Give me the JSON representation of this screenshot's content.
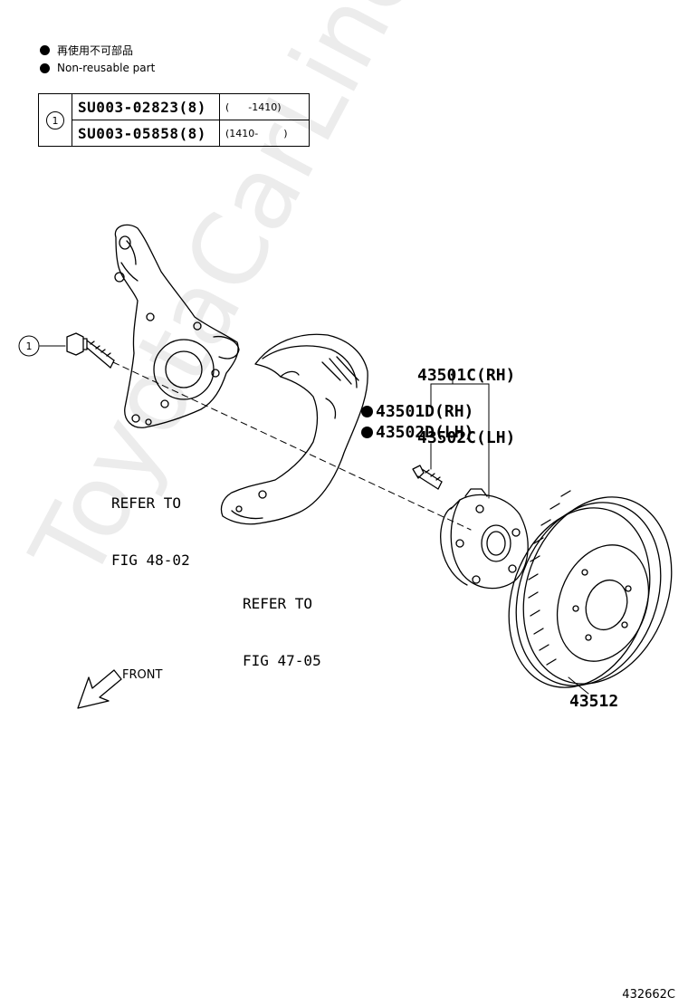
{
  "legend": {
    "jp_text": "再使用不可部品",
    "en_text": "Non-reusable part"
  },
  "parts_table": {
    "ref_number": "1",
    "rows": [
      {
        "code": "SU003-02823(8)",
        "range": "(      -1410)"
      },
      {
        "code": "SU003-05858(8)",
        "range": "(1410-        )"
      }
    ]
  },
  "callouts": {
    "bolt_ref": "1",
    "knuckle_refer_line1": "REFER TO",
    "knuckle_refer_line2": "FIG 48-02",
    "shield_refer_line1": "REFER TO",
    "shield_refer_line2": "FIG 47-05",
    "hub_c_rh": "43501C(RH)",
    "hub_c_lh": "43502C(LH)",
    "hub_d_rh": "43501D(RH)",
    "hub_d_lh": "43502D(LH)",
    "disc": "43512"
  },
  "front_label": "FRONT",
  "diagram_id": "432662C",
  "watermark": "ToyotaCarLine.ru"
}
